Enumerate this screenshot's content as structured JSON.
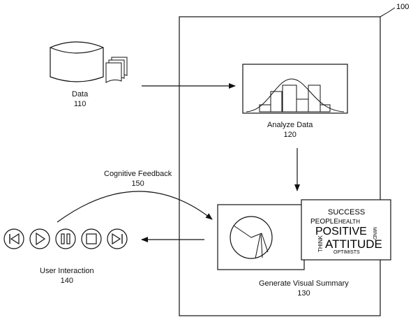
{
  "figure_ref": "100",
  "nodes": {
    "data": {
      "label": "Data",
      "ref": "110"
    },
    "analyze": {
      "label": "Analyze Data",
      "ref": "120"
    },
    "summary": {
      "label": "Generate Visual Summary",
      "ref": "130"
    },
    "user": {
      "label": "User Interaction",
      "ref": "140"
    },
    "feedback": {
      "label": "Cognitive Feedback",
      "ref": "150"
    }
  },
  "word_cloud": {
    "words": [
      "SUCCESS",
      "PEOPLE",
      "HEALTH",
      "POSITIVE",
      "MIND",
      "THINK",
      "ATTITUDE",
      "OPTIMISTS"
    ]
  },
  "media_controls": [
    "skip-back",
    "play",
    "pause",
    "stop",
    "skip-forward"
  ],
  "colors": {
    "line": "#111111",
    "background": "#ffffff"
  }
}
